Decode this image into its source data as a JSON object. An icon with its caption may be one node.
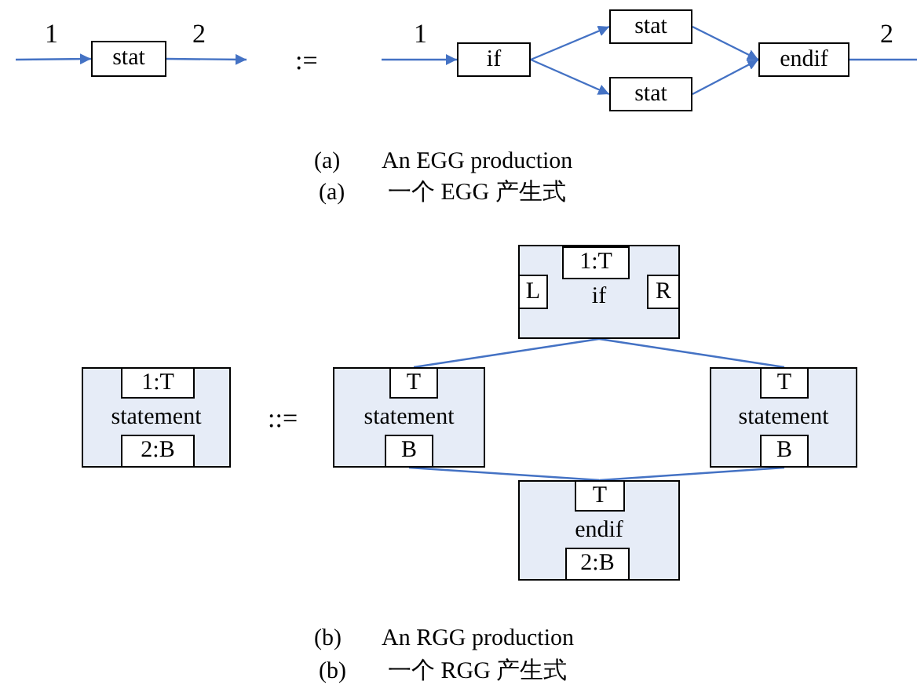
{
  "diagram": {
    "nodes": [
      {
        "text": [
          "stat"
        ]
      },
      {
        "text": [
          "if"
        ]
      },
      {
        "text": [
          "stat"
        ]
      },
      {
        "text": [
          "stat"
        ]
      },
      {
        "text": [
          "endif"
        ]
      },
      {
        "text": [
          "statement"
        ]
      },
      {
        "text": [
          "1:T"
        ],
        "in": 5
      },
      {
        "text": [
          "2:B"
        ],
        "in": 5
      },
      {
        "text": [
          "if"
        ]
      },
      {
        "text": [
          "1:T"
        ],
        "in": 8
      },
      {
        "text": [
          "L"
        ],
        "in": 8
      },
      {
        "text": [
          "R"
        ],
        "in": 8
      },
      {
        "text": [
          "statement"
        ]
      },
      {
        "text": [
          "T"
        ],
        "in": 12
      },
      {
        "text": [
          "B"
        ],
        "in": 12
      },
      {
        "text": [
          "statement"
        ]
      },
      {
        "text": [
          "T"
        ],
        "in": 15
      },
      {
        "text": [
          "B"
        ],
        "in": 15
      },
      {
        "text": [
          "endif"
        ]
      },
      {
        "text": [
          "T"
        ],
        "in": 18
      },
      {
        "text": [
          "2:B"
        ],
        "in": 18
      }
    ],
    "edges": [
      {
        "from": null,
        "to": 0,
        "arrow": "to",
        "label": "1"
      },
      {
        "from": 0,
        "to": null,
        "arrow": "to",
        "label": "2"
      },
      {
        "from": null,
        "to": 1,
        "arrow": "to",
        "label": "1"
      },
      {
        "from": 1,
        "to": 2,
        "arrow": "to"
      },
      {
        "from": 1,
        "to": 3,
        "arrow": "to"
      },
      {
        "from": 2,
        "to": 4,
        "arrow": "to"
      },
      {
        "from": 3,
        "to": 4,
        "arrow": "to"
      },
      {
        "from": 4,
        "to": null,
        "arrow": "none",
        "label": "2"
      },
      {
        "from": 8,
        "to": 13,
        "arrow": "none"
      },
      {
        "from": 8,
        "to": 16,
        "arrow": "none"
      },
      {
        "from": 14,
        "to": 19,
        "arrow": "none"
      },
      {
        "from": 17,
        "to": 19,
        "arrow": "none"
      }
    ],
    "labels": [
      ":=",
      "(a)",
      "An EGG production",
      "(a)",
      "一个 EGG 产生式",
      "::=",
      "(b)",
      "An RGG production",
      "(b)",
      "一个 RGG 产生式"
    ]
  }
}
